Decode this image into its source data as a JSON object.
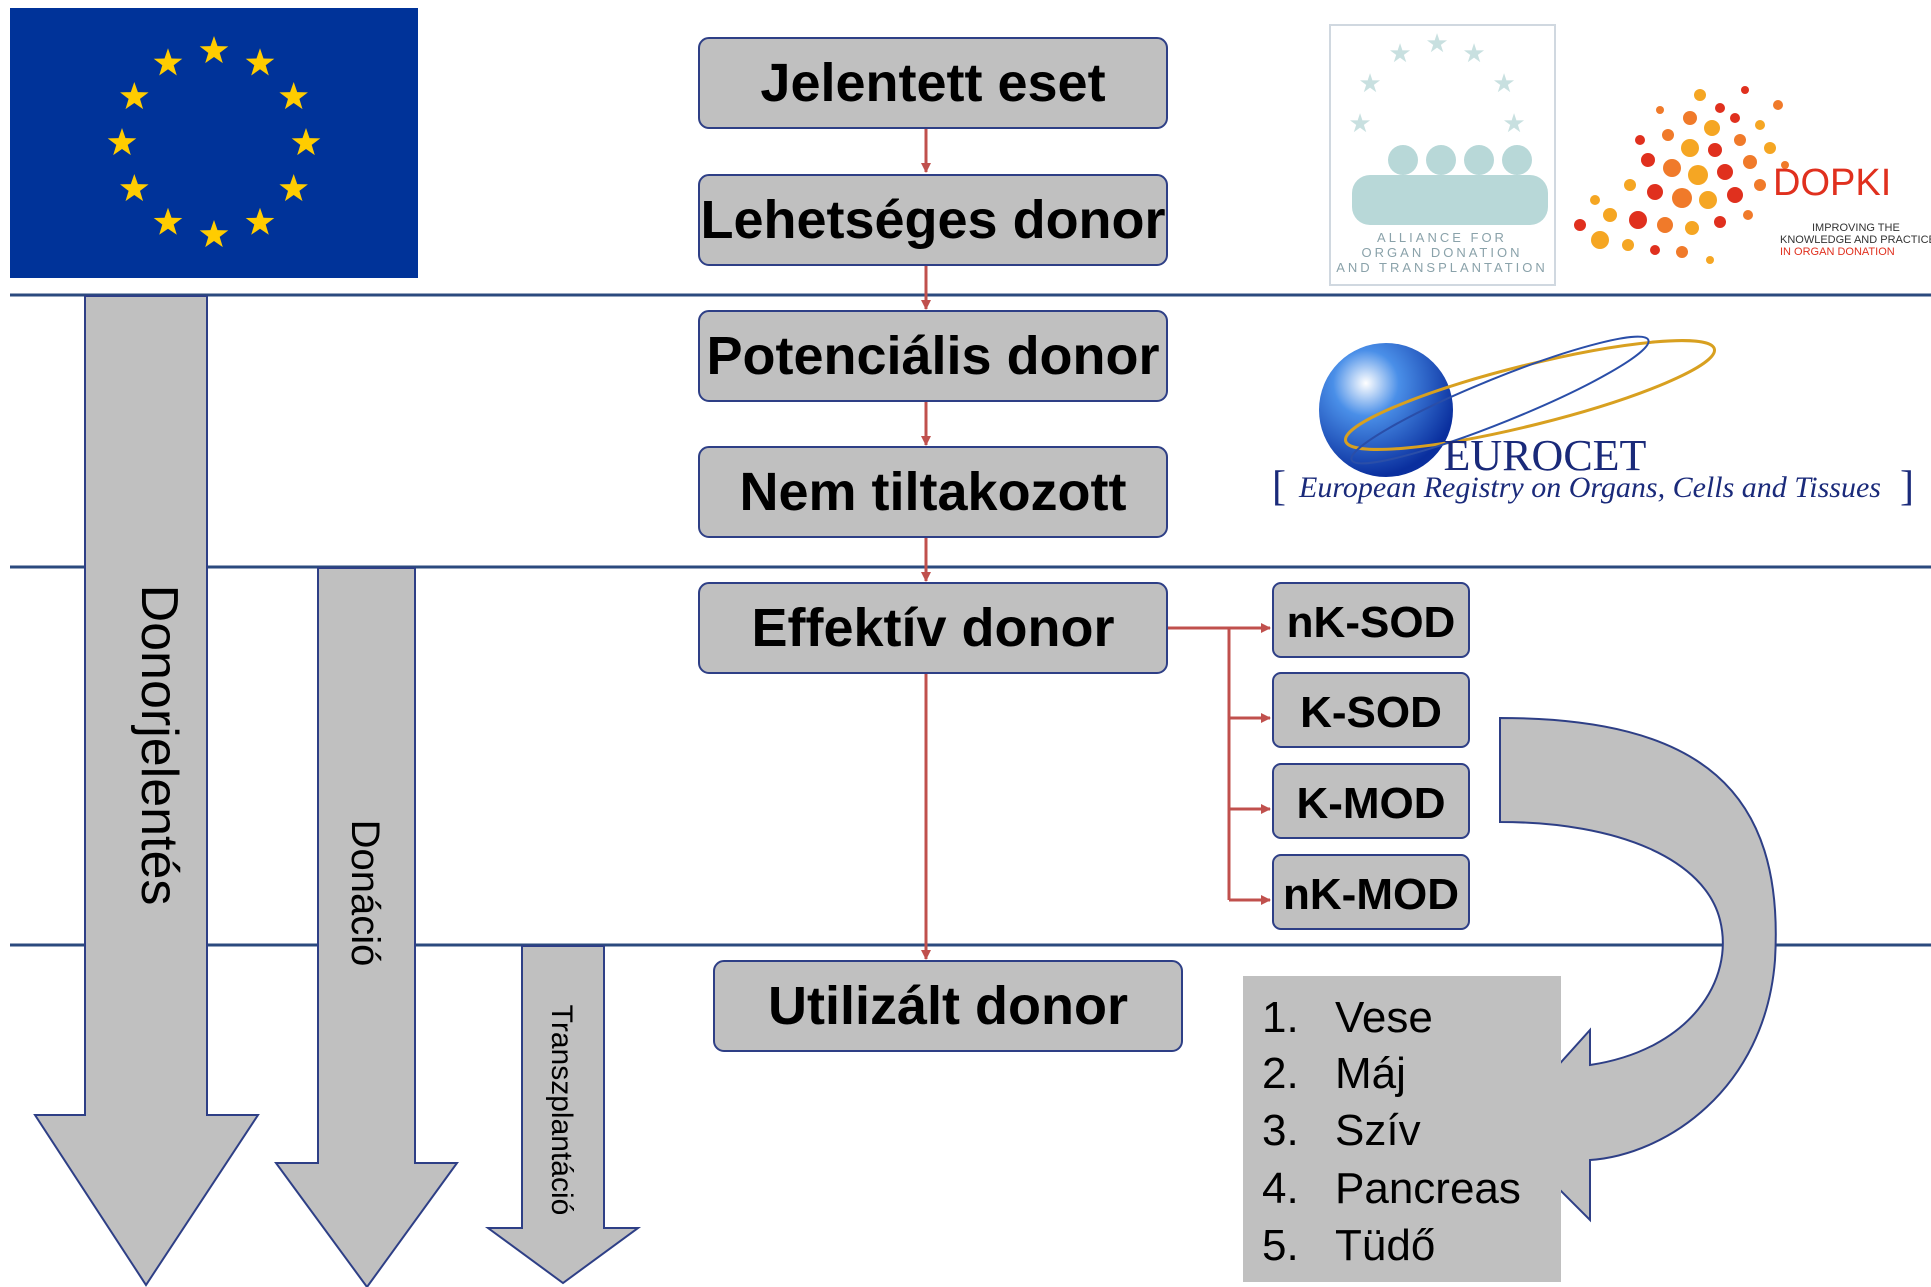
{
  "stages": [
    "Jelentett eset",
    "Lehetséges donor",
    "Potenciális donor",
    "Nem tiltakozott",
    "Effektív donor",
    "Utilizált donor"
  ],
  "donor_types": [
    "nK-SOD",
    "K-SOD",
    "K-MOD",
    "nK-MOD"
  ],
  "side_arrows": {
    "reporting": "Donorjelentés",
    "donation": "Donáció",
    "transplant": "Transzplantáció"
  },
  "organs": [
    {
      "num": "1.",
      "name": "Vese"
    },
    {
      "num": "2.",
      "name": "Máj"
    },
    {
      "num": "3.",
      "name": "Szív"
    },
    {
      "num": "4.",
      "name": "Pancreas"
    },
    {
      "num": "5.",
      "name": "Tüdő"
    }
  ],
  "logos": {
    "alliance": [
      "ALLIANCE FOR",
      "ORGAN DONATION",
      "AND TRANSPLANTATION"
    ],
    "dopki": {
      "title": "DOPKI",
      "tagline": [
        "IMPROVING THE",
        "KNOWLEDGE AND PRACTICES",
        "IN ORGAN DONATION"
      ]
    },
    "eurocet": {
      "title": "EUROCET",
      "subtitle": "European Registry on Organs, Cells and Tissues"
    }
  },
  "colors": {
    "box_fill": "#c0c0c0",
    "box_border": "#2e3f86",
    "connector": "#c0504d",
    "divider": "#2b4a7e",
    "eu_blue": "#003399",
    "eu_star": "#ffcc00",
    "dopki_red": "#e0301e"
  }
}
